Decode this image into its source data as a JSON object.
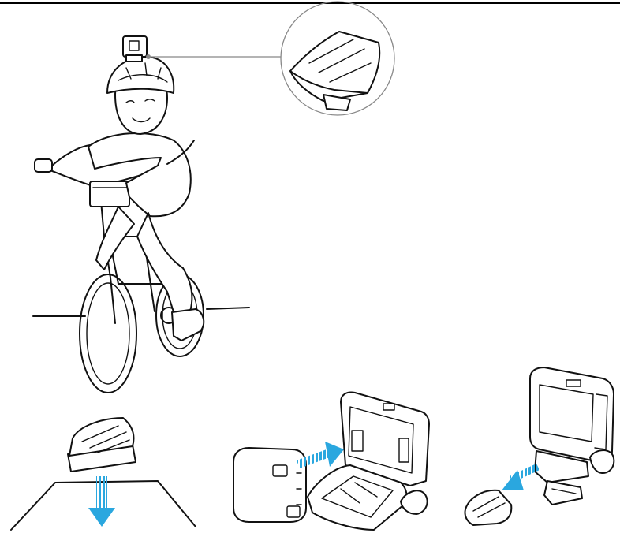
{
  "figure": {
    "panels": [
      {
        "id": "cyclist-helmet-mount",
        "description_icon": "child-on-bicycle-icon"
      },
      {
        "id": "curved-mount-detail",
        "description_icon": "curved-adhesive-mount-icon"
      },
      {
        "id": "flat-mount-press",
        "description_icon": "flat-adhesive-mount-icon"
      },
      {
        "id": "camera-into-frame",
        "description_icon": "camera-frame-icon"
      },
      {
        "id": "frame-onto-mount",
        "description_icon": "mounting-buckle-icon"
      }
    ],
    "colors": {
      "line": "#111111",
      "arrow": "#2aa7df",
      "frame_top_rule": "#000000",
      "callout_circle": "#888888"
    }
  }
}
